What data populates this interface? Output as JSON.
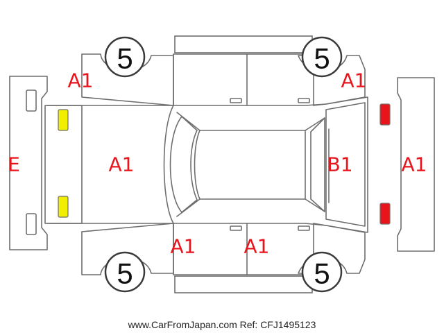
{
  "colors": {
    "damage_code": "#e8141c",
    "outline": "#6e6e6e",
    "front_lamp": "#f2ee00",
    "rear_lamp": "#e8141c"
  },
  "codes": {
    "front_bumper": "E",
    "front_left_fender": "A1",
    "front_right_fender": "A1",
    "hood": "A1",
    "left_sill": "A1",
    "left_rear_door": "A1",
    "trunk": "B1",
    "rear_bumper": "A1"
  },
  "tires": {
    "front_left": "5",
    "rear_left": "5",
    "front_right": "5",
    "rear_right": "5"
  },
  "footer": {
    "text": "www.CarFromJapan.com Ref: CFJ1495123"
  }
}
